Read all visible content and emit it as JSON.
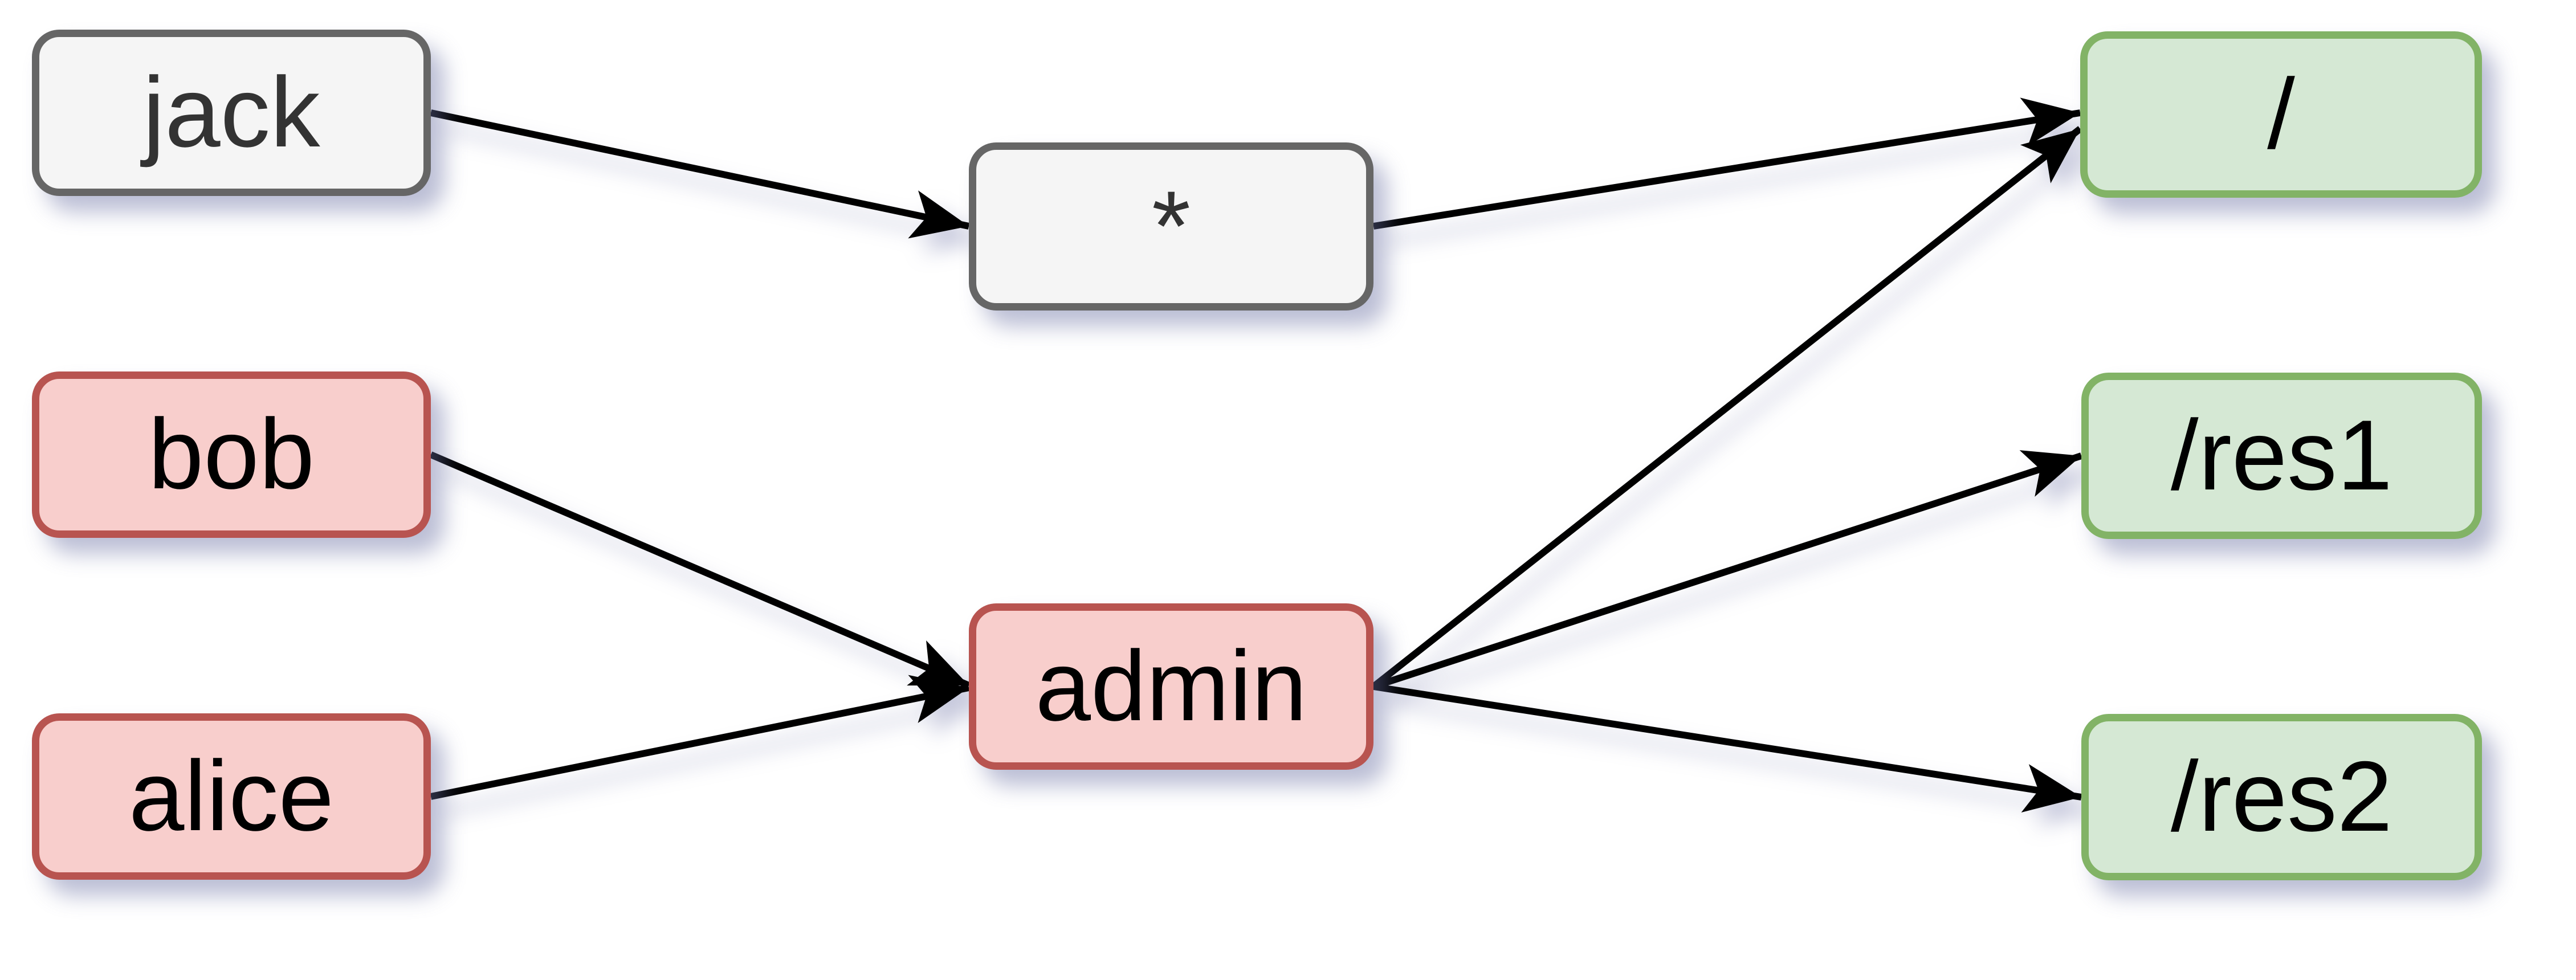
{
  "diagram": {
    "kind": "access-control-graph",
    "background": "#ffffff",
    "palette": {
      "gray_fill": "#f5f5f5",
      "gray_stroke": "#666666",
      "gray_text": "#333333",
      "red_fill": "#f8cecc",
      "red_stroke": "#b85450",
      "green_fill": "#d5e8d4",
      "green_stroke": "#82b366",
      "node_text": "#000000",
      "edge_color": "#000000",
      "shadow_color": "rgba(104,110,162,0.45)"
    },
    "nodes": {
      "jack": {
        "label": "jack",
        "color": "gray"
      },
      "bob": {
        "label": "bob",
        "color": "red"
      },
      "alice": {
        "label": "alice",
        "color": "red"
      },
      "star": {
        "label": "*",
        "color": "gray"
      },
      "admin": {
        "label": "admin",
        "color": "red"
      },
      "root": {
        "label": "/",
        "color": "green"
      },
      "res1": {
        "label": "/res1",
        "color": "green"
      },
      "res2": {
        "label": "/res2",
        "color": "green"
      }
    },
    "edges": [
      {
        "from": "jack",
        "to": "star"
      },
      {
        "from": "bob",
        "to": "admin"
      },
      {
        "from": "alice",
        "to": "admin"
      },
      {
        "from": "star",
        "to": "root"
      },
      {
        "from": "admin",
        "to": "root"
      },
      {
        "from": "admin",
        "to": "res1"
      },
      {
        "from": "admin",
        "to": "res2"
      }
    ]
  }
}
